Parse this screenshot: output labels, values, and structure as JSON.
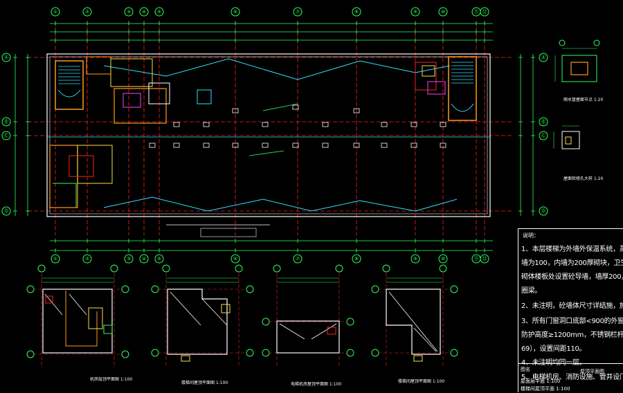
{
  "grid": {
    "top_labels": [
      "①",
      "②",
      "③",
      "④",
      "⑤",
      "⑥",
      "⑦",
      "⑧",
      "⑨",
      "⑩",
      "⑪",
      "⑫"
    ],
    "side_labels": [
      "Ⓐ",
      "Ⓑ",
      "Ⓒ",
      "Ⓓ",
      "Ⓔ"
    ]
  },
  "captions": {
    "plan_1": "机房层顶平面图  1:100",
    "plan_2": "楼梯间屋顶平面图  1:100",
    "plan_3": "电梯机房屋顶平面图  1:100",
    "plan_4": "楼梯间屋顶平面图  1:100",
    "detail_1": "雨水管屋面节点  1:20",
    "detail_2": "屋面检修孔大样  1:20"
  },
  "notes": {
    "title": "说明：",
    "lines": [
      "1、本层楼梯为外墙外保温系统，蒸压加气混凝土砌块，外",
      "墙为100，内墙为200厚砌块，卫生间均为轻集料混凝",
      "砌体楼板处设置砼导墙，墙厚200，100，卫生间导墙，",
      "圈梁。",
      "2、未注明，砼墙体尺寸详结施，施工时需与结施核对。",
      "3、所有门窗洞口底部<900的外窗及护窗，护栏需设置防护栏杆",
      "防护高度≥1200mm，不锈钢栏杆（除注明外均为不锈钢",
      "69），设置间距110。",
      "4、未注明均同一层。",
      "5、电梯机房、消防设施、管井设门槛高500mm。"
    ]
  },
  "title_block": {
    "label_1": "图名",
    "label_2": "屋顶平面图",
    "label_3": "屋面层平面 1:100",
    "label_4": "楼梯间屋顶平面 1:100"
  }
}
